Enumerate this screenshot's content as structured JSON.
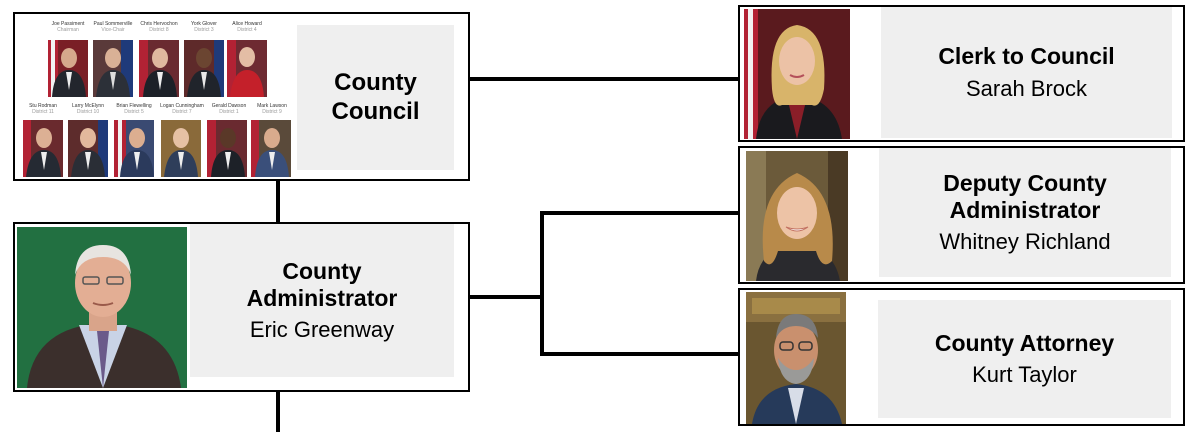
{
  "council": {
    "title_line1": "County",
    "title_line2": "Council",
    "row1": [
      {
        "name": "Joe Passiment",
        "role": "Chairman"
      },
      {
        "name": "Paul Sommerville",
        "role": "Vice-Chair"
      },
      {
        "name": "Chris Hervochon",
        "role": "District 8"
      },
      {
        "name": "York Glover",
        "role": "District 3"
      },
      {
        "name": "Alice Howard",
        "role": "District 4"
      }
    ],
    "row2": [
      {
        "name": "Stu Rodman",
        "role": "District 11"
      },
      {
        "name": "Larry McElynn",
        "role": "District 10"
      },
      {
        "name": "Brian Flewelling",
        "role": "District 5"
      },
      {
        "name": "Logan Cunningham",
        "role": "District 7"
      },
      {
        "name": "Gerald Dawson",
        "role": "District 1"
      },
      {
        "name": "Mark Lawson",
        "role": "District 9"
      }
    ]
  },
  "administrator": {
    "title_line1": "County",
    "title_line2": "Administrator",
    "name": "Eric Greenway"
  },
  "clerk": {
    "title": "Clerk to Council",
    "name": "Sarah Brock"
  },
  "deputy": {
    "title_line1": "Deputy County",
    "title_line2": "Administrator",
    "name": "Whitney Richland"
  },
  "attorney": {
    "title": "County Attorney",
    "name": "Kurt Taylor"
  },
  "colors": {
    "panel_bg": "#efefef",
    "border": "#000000",
    "green_backdrop": "#1d6a3c",
    "flag_red": "#b22234",
    "flag_blue": "#1f3a7a"
  }
}
